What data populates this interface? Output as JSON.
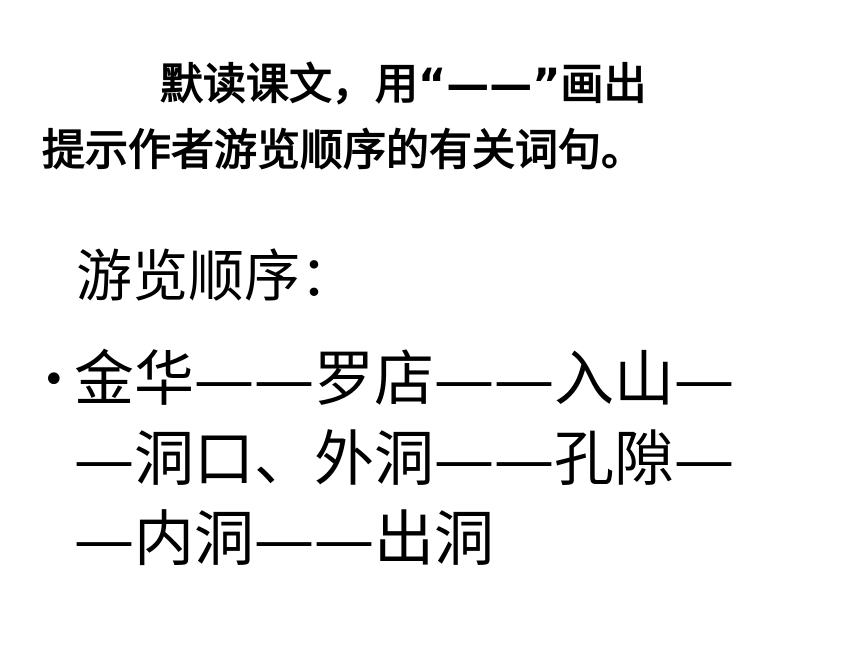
{
  "instruction": {
    "line1": "默读课文，用“——”画出",
    "line2": "提示作者游览顺序的有关词句。"
  },
  "heading": "游览顺序：",
  "sequence": {
    "bullet": "•",
    "lines": [
      "金华——罗店——入山—",
      "—洞口、外洞——孔隙—",
      "—内洞——出洞"
    ]
  }
}
